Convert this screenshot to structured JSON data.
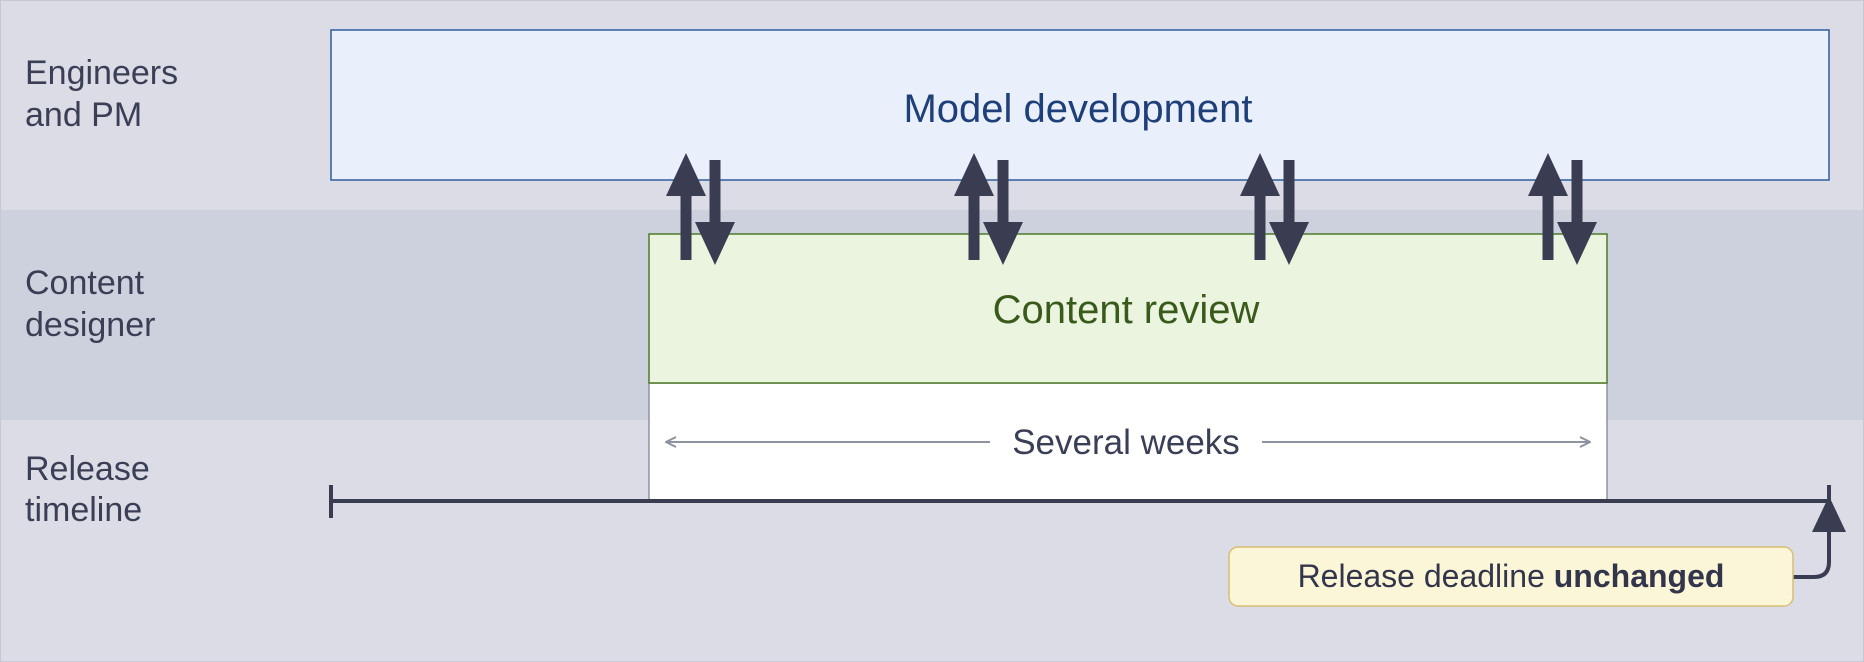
{
  "lanes": [
    {
      "line1": "Engineers",
      "line2": "and PM"
    },
    {
      "line1": "Content",
      "line2": "designer"
    },
    {
      "line1": "Release",
      "line2": "timeline"
    }
  ],
  "boxes": {
    "model": {
      "label": "Model development"
    },
    "review": {
      "label": "Content review"
    }
  },
  "duration": {
    "label": "Several weeks"
  },
  "deadline": {
    "label_prefix": "Release deadline ",
    "label_emphasis": "unchanged"
  },
  "colors": {
    "lane_light": "#dcdce7",
    "lane_mid": "#cdd1dd",
    "model_fill": "#e9f0fb",
    "model_stroke": "#2f5c9e",
    "model_text": "#1f3f78",
    "review_fill": "#eaf4de",
    "review_stroke": "#4e7a2a",
    "review_text": "#3a5a1c",
    "deadline_fill": "#fcf6d8",
    "deadline_stroke": "#d7bf72",
    "ink": "#3a3d52",
    "arrow_gray": "#8f939f"
  }
}
